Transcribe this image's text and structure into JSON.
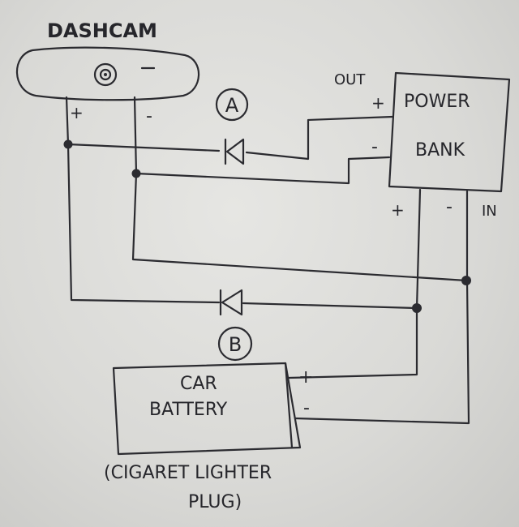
{
  "diagram": {
    "ink_color": "#2b2b30",
    "paper_color": "#dcdcd9",
    "dashcam": {
      "label": "DASHCAM",
      "plus": "+",
      "minus": "-"
    },
    "power_bank": {
      "label_line1": "POWER",
      "label_line2": "BANK",
      "out_label": "OUT",
      "in_label": "IN",
      "out_plus": "+",
      "out_minus": "-",
      "in_plus": "+",
      "in_minus": "-"
    },
    "diode_a": {
      "label": "A"
    },
    "diode_b": {
      "label": "B"
    },
    "car_battery": {
      "label_line1": "CAR",
      "label_line2": "BATTERY",
      "plus": "+",
      "minus": "-",
      "note_line1": "(CIGARET LIGHTER",
      "note_line2": "PLUG)"
    }
  }
}
